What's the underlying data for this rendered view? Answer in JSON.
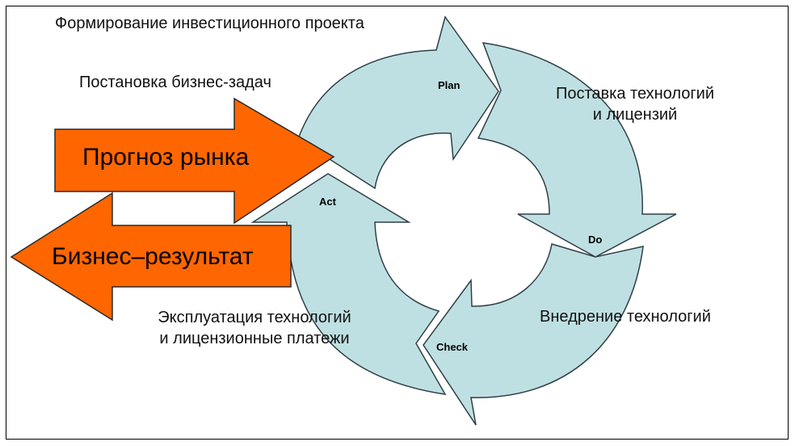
{
  "labels": {
    "formation": "Формирование инвестиционного проекта",
    "setting": "Постановка бизнес-задач",
    "supply_1": "Поставка технологий",
    "supply_2": "и лицензий",
    "implementation": "Внедрение технологий",
    "exploitation_1": "Эксплуатация технологий",
    "exploitation_2": "и лицензионные платежи"
  },
  "phases": {
    "plan": "Plan",
    "do": "Do",
    "check": "Check",
    "act": "Act"
  },
  "arrows": {
    "forecast": "Прогноз рынка",
    "result": "Бизнес–результат"
  },
  "colors": {
    "cycle_fill": "#bfe0e2",
    "cycle_stroke": "#2f3f47",
    "orange_fill": "#ff6600",
    "orange_stroke": "#2a2a2a"
  }
}
